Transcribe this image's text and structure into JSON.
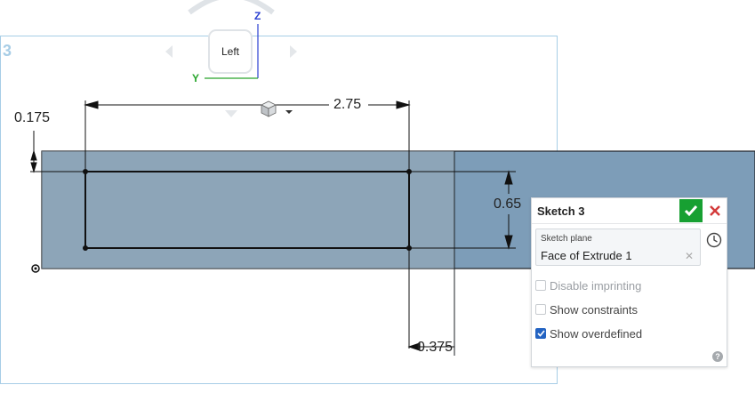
{
  "viewport": {
    "plane_label": "3",
    "view_label": "Left",
    "axis_z": "Z",
    "axis_y": "Y"
  },
  "dimensions": {
    "width": "2.75",
    "offset_top": "0.175",
    "height": "0.65",
    "offset_right": "0.375"
  },
  "dialog": {
    "title": "Sketch 3",
    "sketch_plane_label": "Sketch plane",
    "sketch_plane_value": "Face of Extrude 1",
    "options": [
      {
        "label": "Disable imprinting",
        "checked": false,
        "disabled": true
      },
      {
        "label": "Show constraints",
        "checked": false,
        "disabled": false
      },
      {
        "label": "Show overdefined",
        "checked": true,
        "disabled": false
      }
    ],
    "help_glyph": "?"
  },
  "colors": {
    "plane_outline": "#a7cde6",
    "part_fill": "#7d9db8",
    "accept_green": "#17a032",
    "cancel_red": "#d33a3a",
    "checkbox_blue": "#2363c2"
  }
}
